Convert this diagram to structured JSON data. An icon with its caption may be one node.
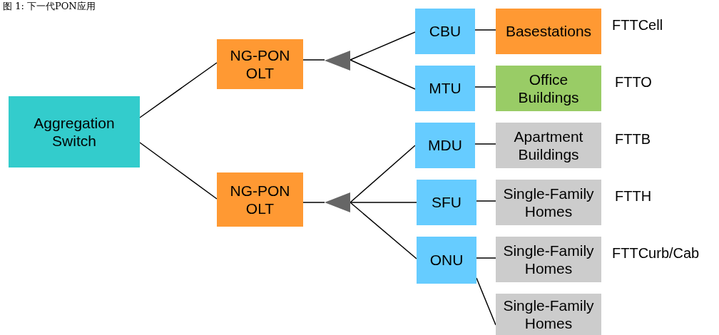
{
  "diagram": {
    "title": "图 1: 下一代PON应用",
    "nodes": [
      {
        "text": [
          "Aggregation Switch"
        ]
      },
      {
        "text": [
          "NG-PON OLT"
        ]
      },
      {
        "text": [
          "NG-PON OLT"
        ]
      },
      {
        "text": [],
        "shape": "triangle"
      },
      {
        "text": [],
        "shape": "triangle"
      },
      {
        "text": [
          "CBU"
        ]
      },
      {
        "text": [
          "Basestations"
        ],
        "beside": [
          "FTTCell"
        ]
      },
      {
        "text": [
          "MTU"
        ]
      },
      {
        "text": [
          "Office Buildings"
        ],
        "beside": [
          "FTTO"
        ]
      },
      {
        "text": [
          "MDU"
        ]
      },
      {
        "text": [
          "Apartment Buildings"
        ],
        "beside": [
          "FTTB"
        ]
      },
      {
        "text": [
          "SFU"
        ]
      },
      {
        "text": [
          "Single-Family Homes"
        ],
        "beside": [
          "FTTH"
        ]
      },
      {
        "text": [
          "ONU"
        ]
      },
      {
        "text": [
          "Single-Family Homes"
        ],
        "beside": [
          "FTTCurb/Cab"
        ]
      },
      {
        "text": [
          "Single-Family Homes"
        ]
      }
    ],
    "edges": [
      {
        "from": 0,
        "to": 1,
        "arrow": "none"
      },
      {
        "from": 0,
        "to": 2,
        "arrow": "none"
      },
      {
        "from": 1,
        "to": 3,
        "arrow": "none"
      },
      {
        "from": 2,
        "to": 4,
        "arrow": "none"
      },
      {
        "from": 3,
        "to": 5,
        "arrow": "none"
      },
      {
        "from": 3,
        "to": 7,
        "arrow": "none"
      },
      {
        "from": 4,
        "to": 9,
        "arrow": "none"
      },
      {
        "from": 4,
        "to": 11,
        "arrow": "none"
      },
      {
        "from": 4,
        "to": 13,
        "arrow": "none"
      },
      {
        "from": 5,
        "to": 6,
        "arrow": "none"
      },
      {
        "from": 7,
        "to": 8,
        "arrow": "none"
      },
      {
        "from": 9,
        "to": 10,
        "arrow": "none"
      },
      {
        "from": 11,
        "to": 12,
        "arrow": "none"
      },
      {
        "from": 13,
        "to": 14,
        "arrow": "none"
      },
      {
        "from": 13,
        "to": 15,
        "arrow": "none"
      }
    ]
  }
}
